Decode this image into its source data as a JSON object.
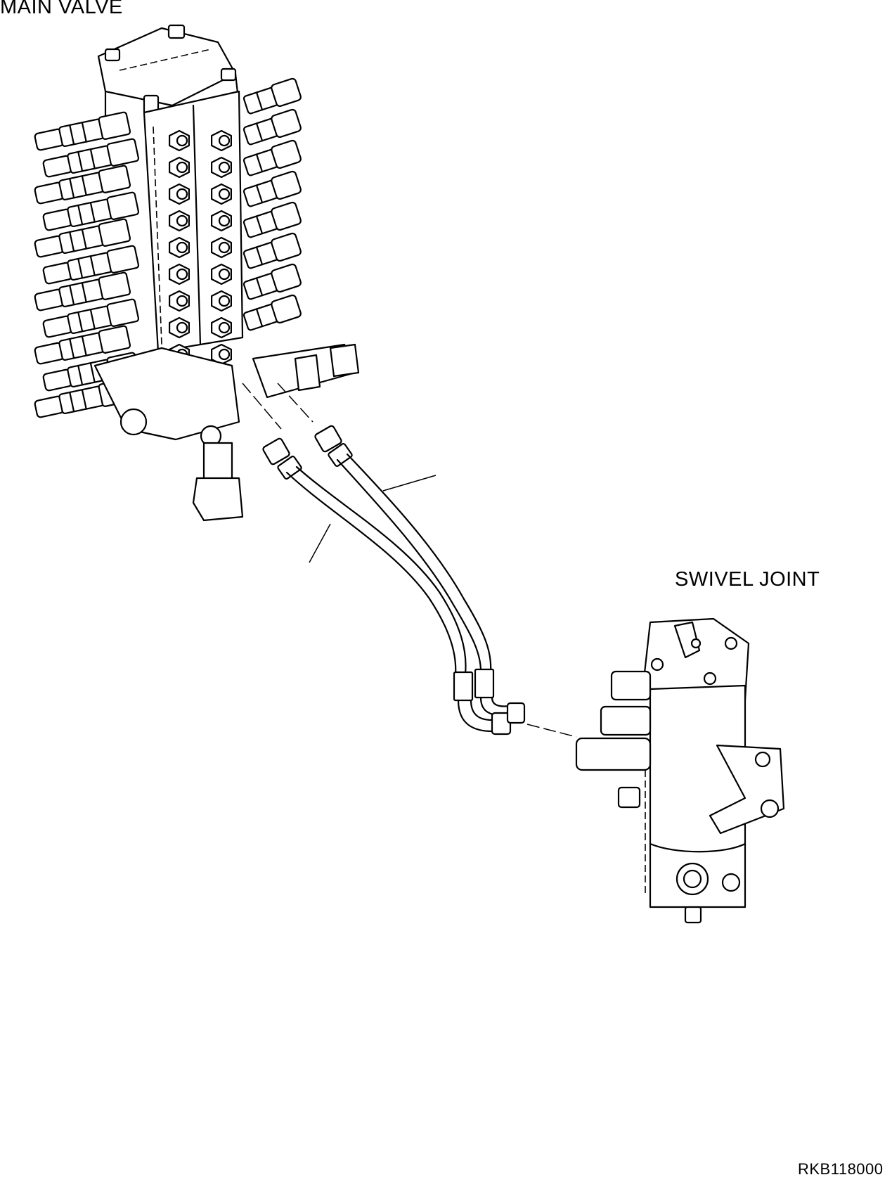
{
  "labels": {
    "main_valve": "MAIN VALVE",
    "swivel_joint": "SWIVEL JOINT",
    "drawing_code": "RKB118000"
  },
  "colors": {
    "line": "#000000",
    "background": "#ffffff"
  }
}
